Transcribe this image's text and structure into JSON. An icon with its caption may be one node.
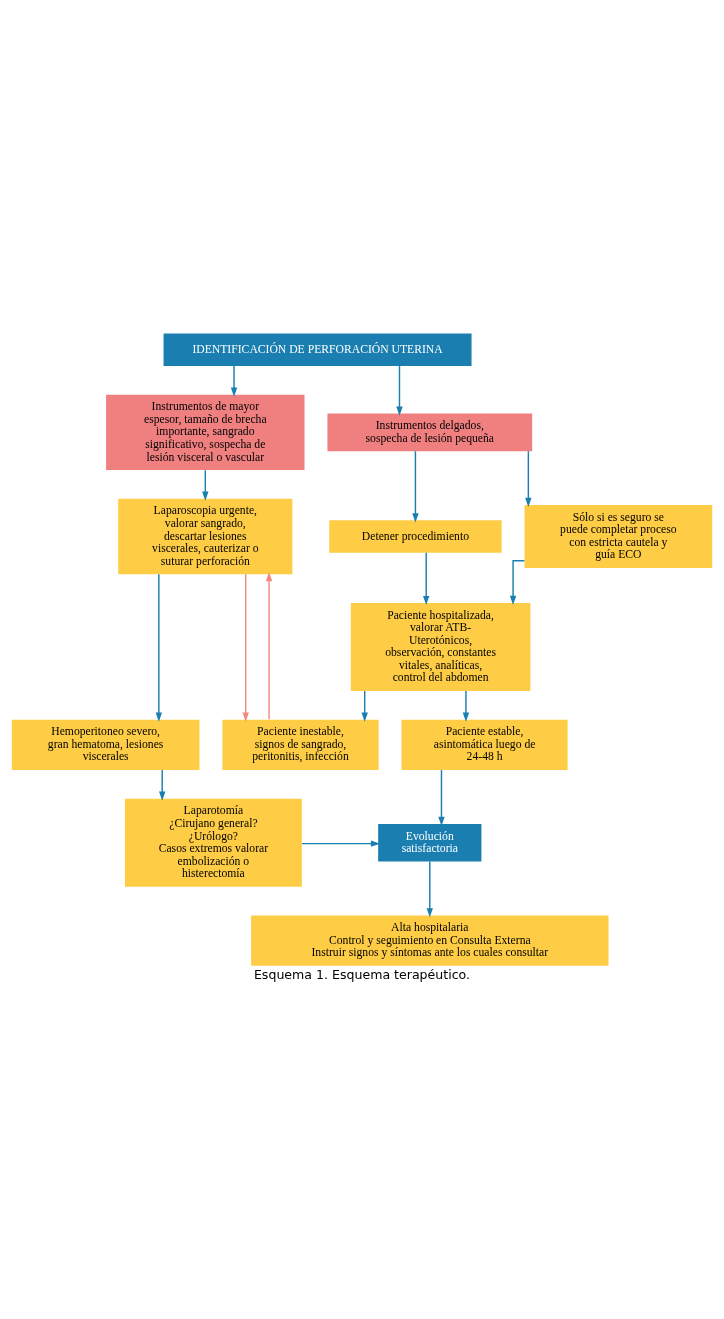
{
  "diagram": {
    "caption": "Esquema 1. Esquema terapéutico.",
    "nodes": [
      {
        "text": [
          "IDENTIFICACIÓN DE PERFORACIÓN UTERINA"
        ]
      },
      {
        "text": [
          "Instrumentos delgados, sospecha de lesión pequeña"
        ]
      },
      {
        "text": [
          "Instrumentos de mayor espesor, tamaño de brecha importante, sangrado significativo, sospecha de lesión visceral o vascular"
        ]
      },
      {
        "text": [
          "Detener procedimiento"
        ]
      },
      {
        "text": [
          "Sólo si es seguro se puede completar proceso con estricta cautela y guía ECO"
        ]
      },
      {
        "text": [
          "Laparoscopia urgente, valorar sangrado, descartar lesiones viscerales, cauterizar o suturar perforación"
        ]
      },
      {
        "text": [
          "Paciente hospitalizada, valorar ATB-Uterotónicos, observación, constantes vitales, analíticas, control del abdomen"
        ]
      },
      {
        "text": [
          "Hemoperitoneo severo, gran hematoma, lesiones viscerales"
        ]
      },
      {
        "text": [
          "Paciente estable, asintomática luego de 24-48 h"
        ]
      },
      {
        "text": [
          "Paciente inestable, signos de sangrado, peritonitis, infección"
        ]
      },
      {
        "text": [
          "Laparotomía",
          "¿Cirujano general?",
          "¿Urólogo?",
          "Casos extremos valorar embolización o histerectomía"
        ]
      },
      {
        "text": [
          "Evolución satisfactoria"
        ]
      },
      {
        "text": [
          "Alta hospitalaria",
          "Control y seguimiento en Consulta Externa",
          "Instruir signos y síntomas ante los cuales consultar"
        ]
      }
    ],
    "edges": [
      {
        "from": 0,
        "to": 1,
        "arrow": "to"
      },
      {
        "from": 0,
        "to": 2,
        "arrow": "to"
      },
      {
        "from": 1,
        "to": 3,
        "arrow": "to"
      },
      {
        "from": 1,
        "to": 4,
        "arrow": "to"
      },
      {
        "from": 2,
        "to": 5,
        "arrow": "to"
      },
      {
        "from": 3,
        "to": 6,
        "arrow": "to"
      },
      {
        "from": 4,
        "to": 6,
        "arrow": "to"
      },
      {
        "from": 5,
        "to": 7,
        "arrow": "to"
      },
      {
        "from": 6,
        "to": 8,
        "arrow": "to"
      },
      {
        "from": 6,
        "to": 9,
        "arrow": "to"
      },
      {
        "from": 9,
        "to": 5,
        "arrow": "to",
        "color": "#f08a80"
      },
      {
        "from": 5,
        "to": 9,
        "arrow": "to",
        "color": "#f08a80"
      },
      {
        "from": 7,
        "to": 10,
        "arrow": "to"
      },
      {
        "from": 8,
        "to": 11,
        "arrow": "to"
      },
      {
        "from": 10,
        "to": 11,
        "arrow": "to"
      },
      {
        "from": 11,
        "to": 12,
        "arrow": "to"
      }
    ]
  }
}
